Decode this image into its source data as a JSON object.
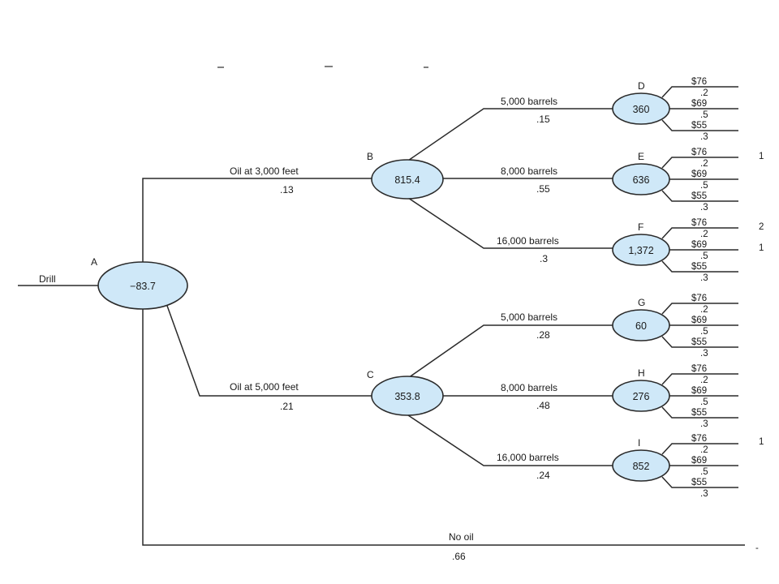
{
  "root": {
    "letter": "A",
    "value": "−83.7",
    "incoming_label": "Drill"
  },
  "branches": [
    {
      "edge_label": "Oil at 3,000 feet",
      "edge_prob": ".13",
      "node": {
        "letter": "B",
        "value": "815.4"
      },
      "children": [
        {
          "edge_label": "5,000 barrels",
          "edge_prob": ".15",
          "letter": "D",
          "value": "360"
        },
        {
          "edge_label": "8,000 barrels",
          "edge_prob": ".55",
          "letter": "E",
          "value": "636"
        },
        {
          "edge_label": "16,000 barrels",
          "edge_prob": ".3",
          "letter": "F",
          "value": "1,372"
        }
      ]
    },
    {
      "edge_label": "Oil at 5,000 feet",
      "edge_prob": ".21",
      "node": {
        "letter": "C",
        "value": "353.8"
      },
      "children": [
        {
          "edge_label": "5,000 barrels",
          "edge_prob": ".28",
          "letter": "G",
          "value": "60"
        },
        {
          "edge_label": "8,000 barrels",
          "edge_prob": ".48",
          "letter": "H",
          "value": "276"
        },
        {
          "edge_label": "16,000 barrels",
          "edge_prob": ".24",
          "letter": "I",
          "value": "852"
        }
      ]
    }
  ],
  "no_oil": {
    "label": "No oil",
    "prob": ".66"
  },
  "price_outcomes": [
    {
      "price": "$76",
      "prob": ".2"
    },
    {
      "price": "$69",
      "prob": ".5"
    },
    {
      "price": "$55",
      "prob": ".3"
    }
  ]
}
